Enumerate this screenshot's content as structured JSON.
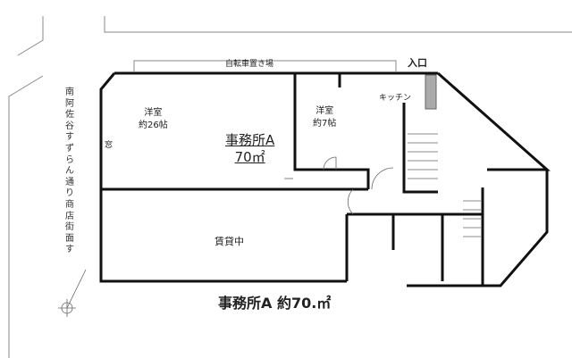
{
  "title": "事務所A 約70.㎡",
  "labels": {
    "bicycle_parking": "自転車置き場",
    "entrance": "入口",
    "kitchen": "キッチン",
    "window": "窓",
    "rented": "賃貸中",
    "street": "南阿佐谷すずらん通り商店街面す"
  },
  "rooms": [
    {
      "name": "洋室",
      "size": "約26帖"
    },
    {
      "name": "洋室",
      "size": "約7帖"
    }
  ],
  "office": {
    "name": "事務所A",
    "area": "70㎡"
  }
}
